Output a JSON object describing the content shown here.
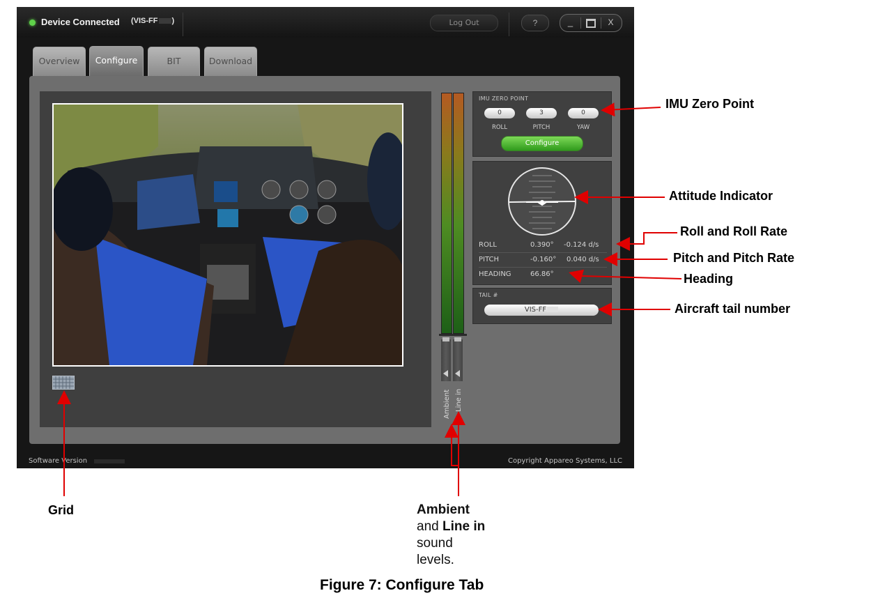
{
  "header": {
    "status_text": "Device Connected",
    "device_id": "(VIS-FF",
    "device_id_end": ")",
    "logout_label": "Log Out",
    "help_label": "?",
    "minimize_label": "_",
    "close_label": "X"
  },
  "tabs": [
    {
      "label": "Overview"
    },
    {
      "label": "Configure"
    },
    {
      "label": "BIT"
    },
    {
      "label": "Download"
    }
  ],
  "active_tab": "Configure",
  "meters": {
    "ambient_label": "Ambient",
    "line_in_label": "Line in"
  },
  "imu": {
    "title": "IMU ZERO POINT",
    "roll_value": "0",
    "pitch_value": "3",
    "yaw_value": "0",
    "roll_label": "ROLL",
    "pitch_label": "PITCH",
    "yaw_label": "YAW",
    "configure_label": "Configure"
  },
  "telemetry": {
    "roll_label": "ROLL",
    "roll_value": "0.390°",
    "roll_rate": "-0.124 d/s",
    "pitch_label": "PITCH",
    "pitch_value": "-0.160°",
    "pitch_rate": "0.040 d/s",
    "heading_label": "HEADING",
    "heading_value": "66.86°"
  },
  "tail": {
    "title": "TAIL #",
    "value": "VIS-FF"
  },
  "footer": {
    "software_version_label": "Software Version",
    "copyright": "Copyright Appareo Systems, LLC"
  },
  "callouts": {
    "imu_zero_point": "IMU Zero Point",
    "attitude_indicator": "Attitude Indicator",
    "roll_rate": "Roll and Roll Rate",
    "pitch_rate": "Pitch and Pitch Rate",
    "heading": "Heading",
    "tail_number": "Aircraft tail number",
    "grid": "Grid",
    "ambient_1": "Ambient",
    "ambient_2": "and",
    "ambient_3": "Line in",
    "ambient_4": "sound",
    "ambient_5": "levels."
  },
  "caption": "Figure 7: Configure Tab",
  "colors": {
    "status_green": "#5fd14a",
    "configure_green": "#3fae2a",
    "callout_arrow": "#e00000"
  }
}
